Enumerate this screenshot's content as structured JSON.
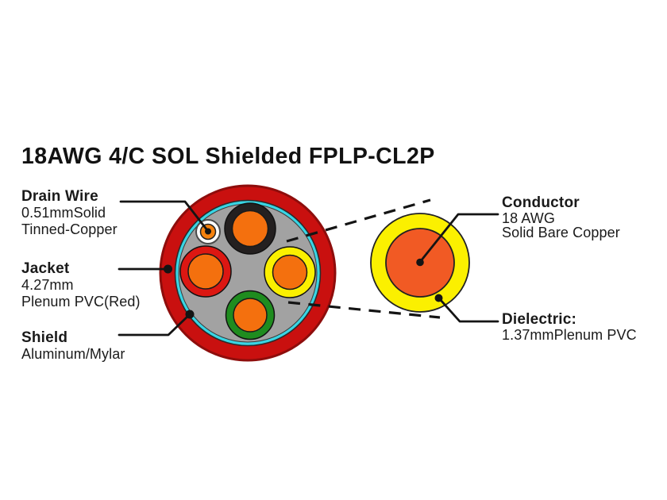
{
  "title": "18AWG 4/C SOL Shielded FPLP-CL2P",
  "callouts": {
    "drain_wire": {
      "heading": "Drain Wire",
      "spec1": "0.51mmSolid",
      "spec2": "Tinned-Copper"
    },
    "jacket": {
      "heading": "Jacket",
      "spec1": "4.27mm",
      "spec2": "Plenum PVC(Red)"
    },
    "shield": {
      "heading": "Shield",
      "spec1": "Aluminum/Mylar"
    },
    "conductor": {
      "heading": "Conductor",
      "spec1": "18 AWG",
      "spec2": "Solid Bare Copper"
    },
    "dielectric": {
      "heading": "Dielectric:",
      "spec1": "1.37mmPlenum PVC"
    }
  },
  "colors": {
    "jacket_red": "#C9100F",
    "jacket_edge_dark_red": "#8E0D0C",
    "shield_cyan": "#38D5E4",
    "filler_gray": "#A2A2A2",
    "insulation_black": "#242020",
    "insulation_red": "#DC1712",
    "insulation_yellow": "#FBF000",
    "insulation_green": "#1F8C1F",
    "copper_orange": "#F4700E",
    "drain_copper_orange": "#F5820F",
    "magnified_copper_orange": "#F15A24",
    "drain_wire_white": "#FFFFFF",
    "line_black": "#141414"
  }
}
